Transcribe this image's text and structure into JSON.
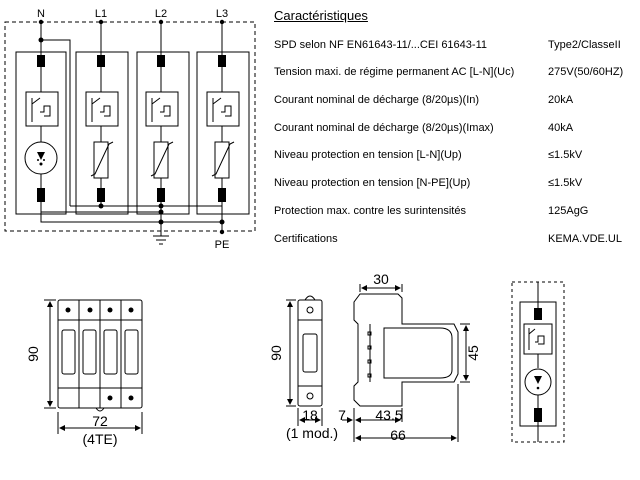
{
  "schematic": {
    "terminals": [
      "N",
      "L1",
      "L2",
      "L3"
    ],
    "pe_label": "PE"
  },
  "specs": {
    "title": "Caractéristiques",
    "rows": [
      {
        "label": "SPD selon NF EN61643-11/...CEI 61643-11",
        "value": "Type2/ClasseII"
      },
      {
        "label": "Tension maxi. de régime permanent AC [L-N](Uc)",
        "value": "275V(50/60HZ)"
      },
      {
        "label": "Courant nominal de décharge (8/20µs)(In)",
        "value": "20kA"
      },
      {
        "label": "Courant nominal de décharge (8/20µs)(Imax)",
        "value": "40kA"
      },
      {
        "label": "Niveau protection en tension [L-N](Up)",
        "value": "≤1.5kV"
      },
      {
        "label": "Niveau protection en tension [N-PE](Up)",
        "value": "≤1.5kV"
      },
      {
        "label": "Protection max. contre les surintensités",
        "value": "125AgG"
      },
      {
        "label": "Certifications",
        "value": "KEMA.VDE.UL"
      }
    ]
  },
  "dimensions": {
    "front_height": "90",
    "front_width": "72",
    "front_modules": "(4TE)",
    "side_height": "90",
    "side_top": "30",
    "side_face": "45",
    "module_width": "18",
    "module_note": "(1 mod.)",
    "rail_offset": "7",
    "depth_inner": "43.5",
    "depth_total": "66"
  }
}
